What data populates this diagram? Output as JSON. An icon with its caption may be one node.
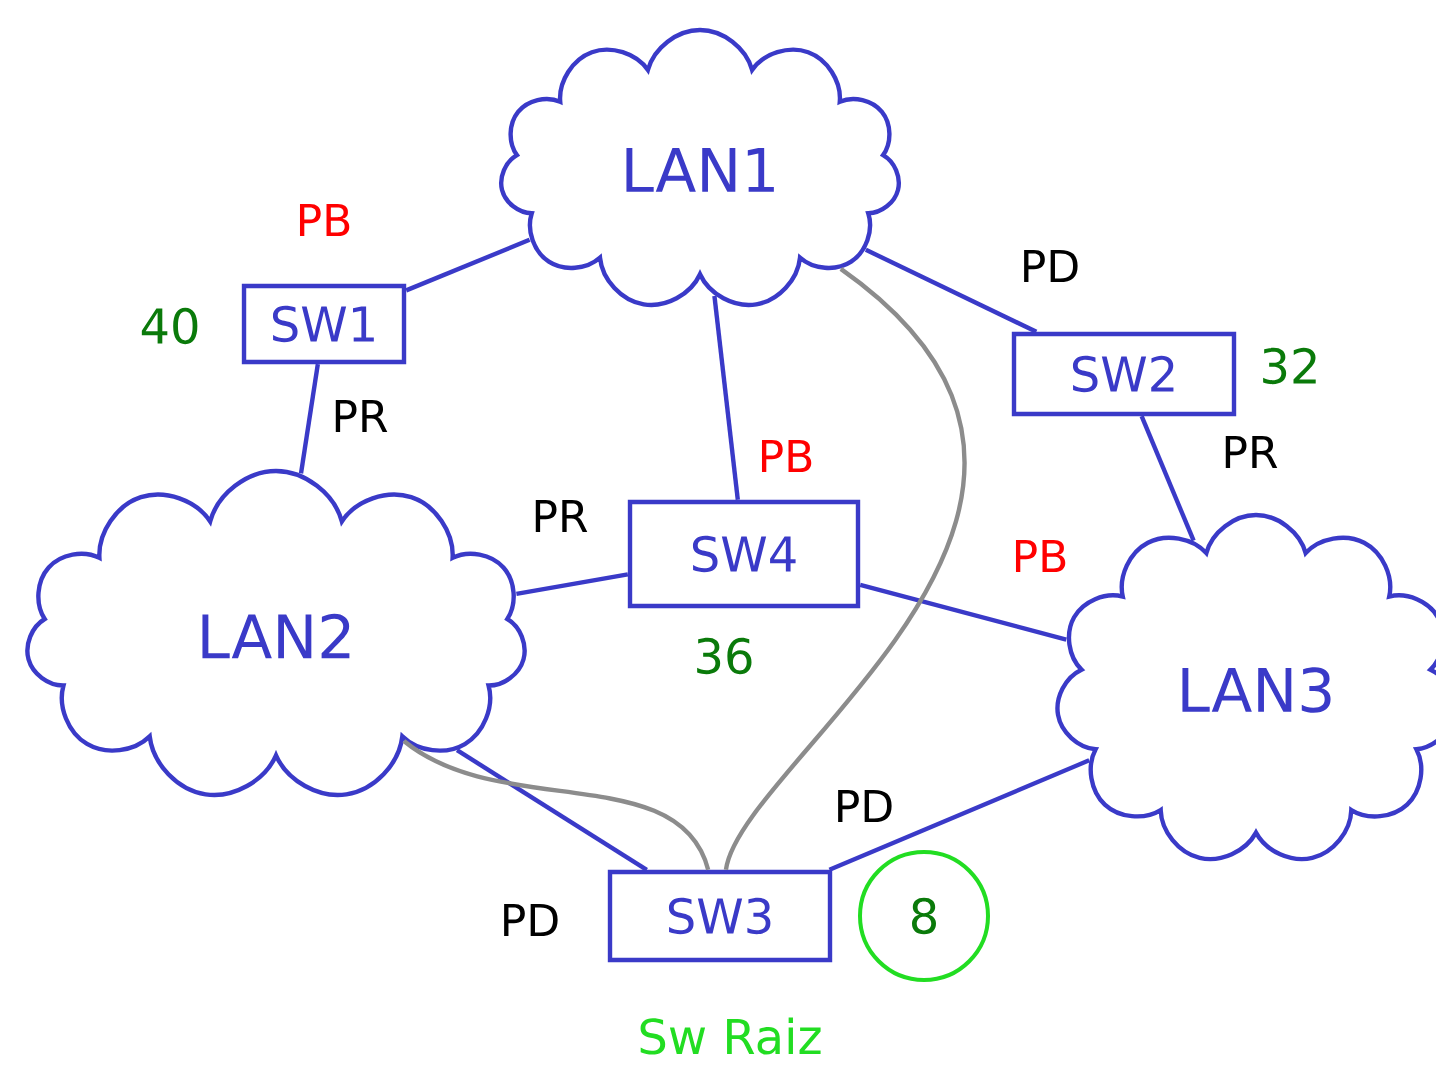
{
  "diagram": {
    "nodes": [
      {
        "text": [
          "LAN1"
        ]
      },
      {
        "text": [
          "SW1"
        ],
        "beside": [
          "40"
        ]
      },
      {
        "text": [
          "SW2"
        ],
        "beside": [
          "32"
        ]
      },
      {
        "text": [
          "LAN2"
        ]
      },
      {
        "text": [
          "SW4"
        ],
        "beside": [
          "36"
        ]
      },
      {
        "text": [
          "LAN3"
        ]
      },
      {
        "text": [
          "SW3"
        ],
        "beside": [
          "Sw Raiz"
        ]
      },
      {
        "text": [
          "8"
        ]
      }
    ],
    "edges": [
      {
        "from": 0,
        "to": 1,
        "arrow": "none",
        "label": "PB"
      },
      {
        "from": 1,
        "to": 3,
        "arrow": "none",
        "label": "PR"
      },
      {
        "from": 0,
        "to": 4,
        "arrow": "none",
        "label": "PB"
      },
      {
        "from": 4,
        "to": 3,
        "arrow": "none",
        "label": "PR"
      },
      {
        "from": 4,
        "to": 5,
        "arrow": "none",
        "label": "PB"
      },
      {
        "from": 0,
        "to": 2,
        "arrow": "none",
        "label": "PD"
      },
      {
        "from": 2,
        "to": 5,
        "arrow": "none",
        "label": "PR"
      },
      {
        "from": 3,
        "to": 6,
        "arrow": "none",
        "label": "PD"
      },
      {
        "from": 6,
        "to": 5,
        "arrow": "none",
        "label": "PD"
      },
      {
        "from": 0,
        "to": 6,
        "arrow": "none",
        "color": "#8c8c8c"
      },
      {
        "from": 3,
        "to": 6,
        "arrow": "none",
        "color": "#8c8c8c"
      }
    ]
  }
}
